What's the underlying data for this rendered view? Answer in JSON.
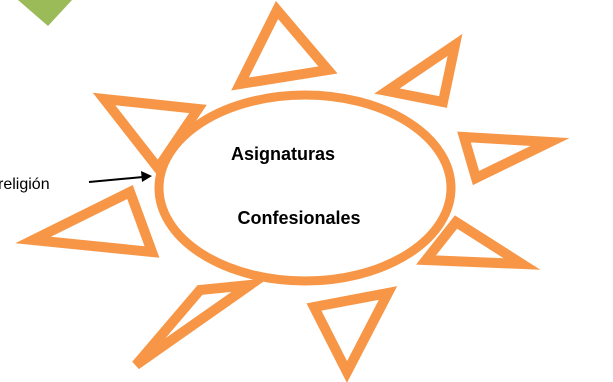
{
  "diagram": {
    "center_line_1": "Asignaturas",
    "center_line_2": "Confesionales",
    "side_label": "religión"
  },
  "colors": {
    "ray_outline": "#F79646",
    "ray_fill": "#FFFFFF",
    "center_outline": "#F79646",
    "corner_shape": "#9BBB59",
    "arrow": "#000000",
    "text": "#000000"
  },
  "icons": {
    "sun_ray": "triangle-outline",
    "corner_shape": "green-wedge",
    "side_arrow": "right-arrow"
  }
}
